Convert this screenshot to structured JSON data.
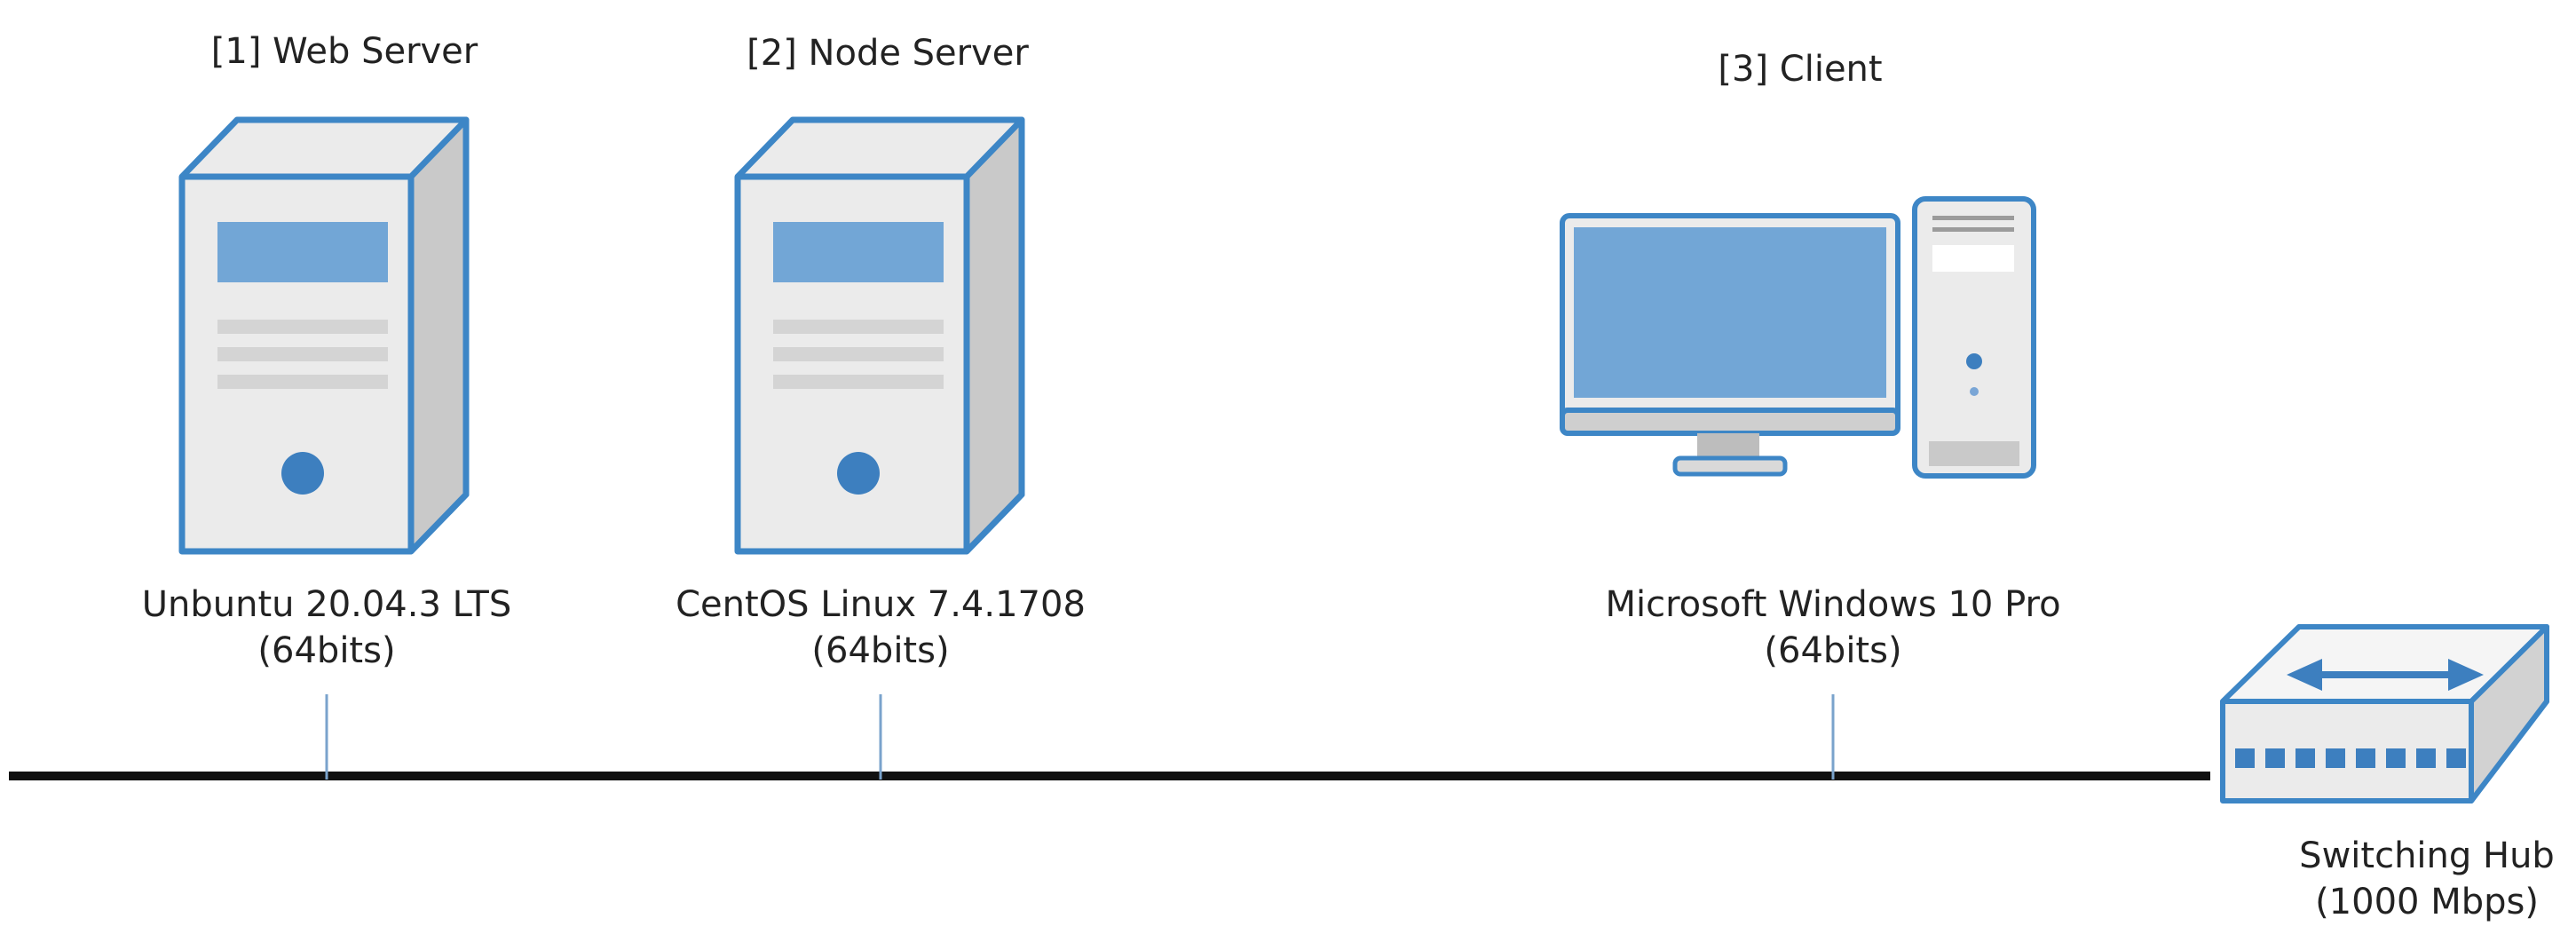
{
  "nodes": {
    "web_server": {
      "title": "[1] Web Server",
      "os": "Unbuntu 20.04.3 LTS",
      "arch": "(64bits)",
      "icon": "server-tower-icon"
    },
    "node_server": {
      "title": "[2] Node Server",
      "os": "CentOS Linux 7.4.1708",
      "arch": "(64bits)",
      "icon": "server-tower-icon"
    },
    "client": {
      "title": "[3] Client",
      "os": "Microsoft Windows 10 Pro",
      "arch": "(64bits)",
      "icon": "desktop-computer-icon"
    },
    "switch": {
      "name": "Switching Hub",
      "speed": "(1000 Mbps)",
      "icon": "network-switch-icon"
    }
  },
  "colors": {
    "outline": "#3d86c6",
    "screen": "#72a6d6",
    "body_light": "#ebebeb",
    "body_dark": "#c9c9c9",
    "port": "#3d7fbf",
    "backbone": "#111111",
    "drop_line": "#7aa3cc"
  }
}
